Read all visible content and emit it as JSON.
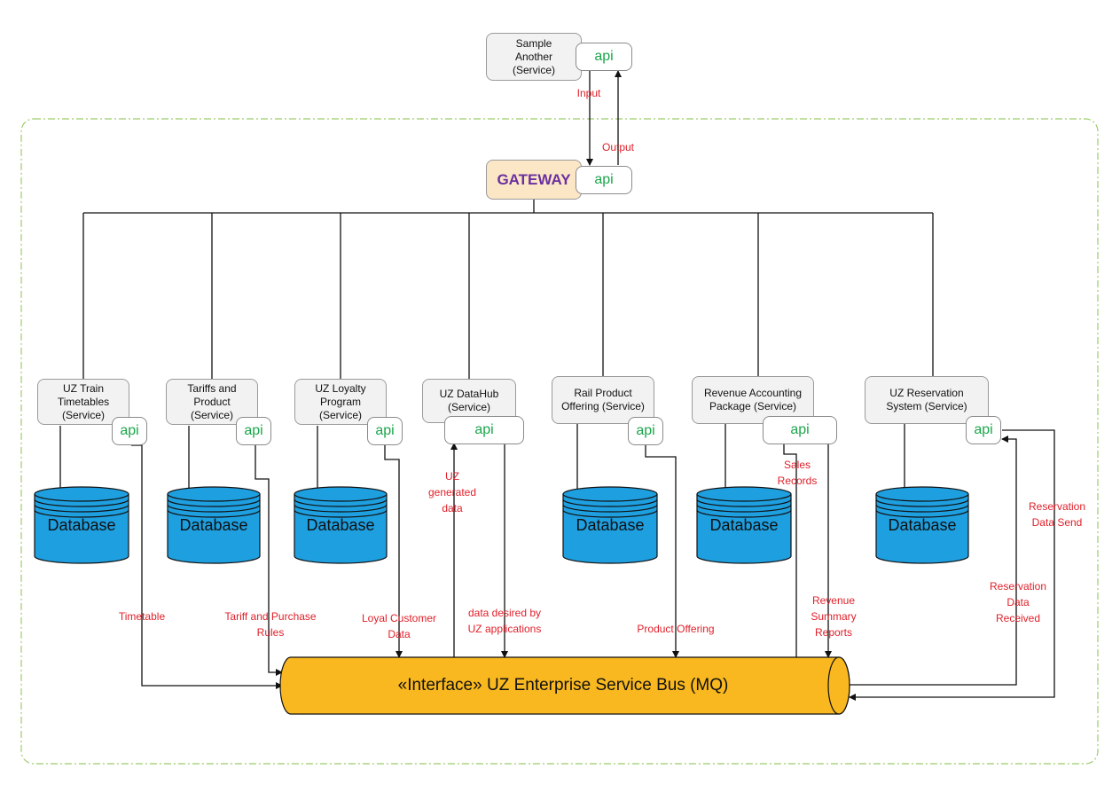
{
  "external": {
    "label": "Sample\nAnother\n(Service)",
    "api": "api"
  },
  "gateway": {
    "label": "GATEWAY",
    "api": "api"
  },
  "services": [
    {
      "label": "UZ Train\nTimetables\n(Service)",
      "api": "api",
      "db": "Database"
    },
    {
      "label": "Tariffs and\nProduct\n(Service)",
      "api": "api",
      "db": "Database"
    },
    {
      "label": "UZ Loyalty\nProgram\n(Service)",
      "api": "api",
      "db": "Database"
    },
    {
      "label": "UZ DataHub\n(Service)",
      "api": "api"
    },
    {
      "label": "Rail Product\nOffering (Service)",
      "api": "api",
      "db": "Database"
    },
    {
      "label": "Revenue Accounting\nPackage (Service)",
      "api": "api",
      "db": "Database"
    },
    {
      "label": "UZ Reservation\nSystem (Service)",
      "api": "api",
      "db": "Database"
    }
  ],
  "esb": {
    "label": "«Interface» UZ Enterprise Service Bus (MQ)"
  },
  "flows": {
    "input": "Input",
    "output": "Output",
    "timetable": "Timetable",
    "tariff": "Tariff and Purchase\nRules",
    "loyal": "Loyal Customer\nData",
    "uz_generated": "UZ\ngenerated\ndata",
    "data_desired": "data desired by\nUZ applications",
    "product_offering": "Product Offering",
    "sales_records": "Sales\nRecords",
    "revenue_summary": "Revenue\nSummary\nReports",
    "reservation_received": "Reservation\nData\nReceived",
    "reservation_send": "Reservation\nData Send"
  },
  "colors": {
    "label_red": "#e0202a",
    "api_green": "#1aa64a",
    "gateway_purple": "#6b2fa0",
    "db_blue": "#1e9fe0",
    "esb_orange": "#f9b820",
    "boundary_green": "#9ccc6a"
  }
}
